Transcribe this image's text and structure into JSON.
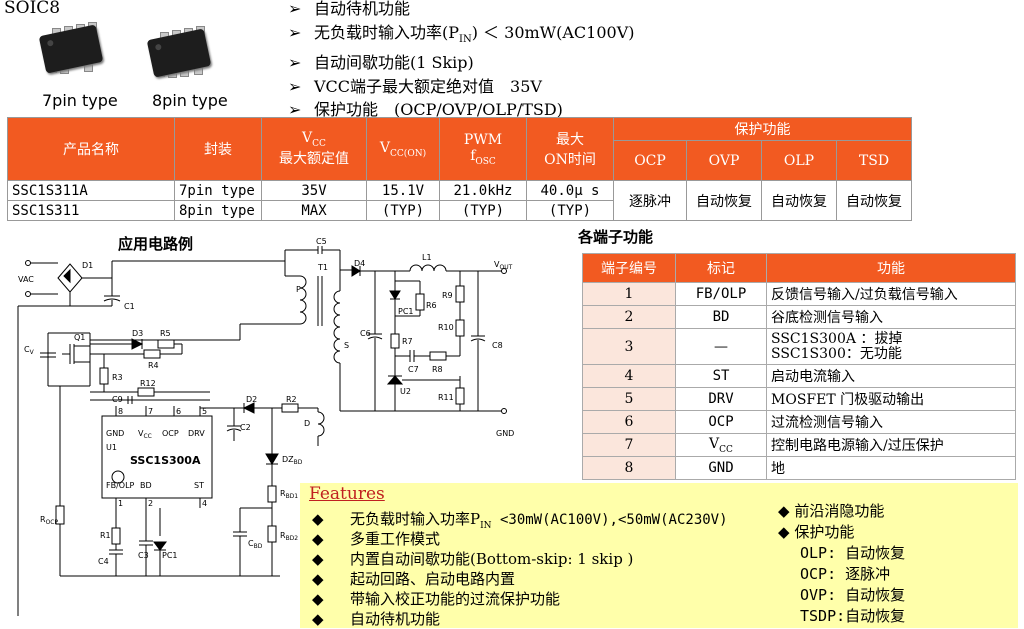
{
  "package": {
    "label": "SOIC8",
    "type7": "7pin type",
    "type8": "8pin type"
  },
  "top_features": [
    "自动待机功能",
    "无负载时输入功率(P",
    "IN",
    ") ＜ 30mW(AC100V)",
    "自动间歇功能(1 Skip)",
    "VCC端子最大额定绝对值　35V",
    "保护功能　(OCP/OVP/OLP/TSD)"
  ],
  "arrow": "➢",
  "spec_table": {
    "headers": {
      "name": "产品名称",
      "package": "封装",
      "vcc_v": "V",
      "vcc_sub": "CC",
      "vcc_rest": "最大额定值",
      "vccon_v": "V",
      "vccon_sub": "CC(ON)",
      "pwm": "PWM",
      "fosc_f": "f",
      "fosc_sub": "OSC",
      "maxon1": "最大",
      "maxon2": "ON时间",
      "protect": "保护功能",
      "ocp": "OCP",
      "ovp": "OVP",
      "olp": "OLP",
      "tsd": "TSD"
    },
    "rows": {
      "name1": "SSC1S311A",
      "name2": "SSC1S311",
      "pkg1": "7pin type",
      "pkg2": "8pin type",
      "vcc1": "35V",
      "vcc2": "MAX",
      "vccon1": "15.1V",
      "vccon2": "(TYP)",
      "fosc1": "21.0kHz",
      "fosc2": "(TYP)",
      "ton1": "40.0μ s",
      "ton2": "(TYP)",
      "ocp": "逐脉冲",
      "ovp": "自动恢复",
      "olp": "自动恢复",
      "tsd": "自动恢复"
    }
  },
  "circuit": {
    "title": "应用电路例",
    "ic_name": "SSC1S300A",
    "labels": {
      "vac": "VAC",
      "d1": "D1",
      "c1": "C1",
      "c5": "C5",
      "t1": "T1",
      "d4": "D4",
      "l1": "L1",
      "vout": "V",
      "vout_sub": "OUT",
      "p": "P",
      "s": "S",
      "d": "D",
      "r9": "R9",
      "r6": "R6",
      "pc1a": "PC1",
      "r10": "R10",
      "c6": "C6",
      "c8": "C8",
      "r7": "R7",
      "c7": "C7",
      "r8": "R8",
      "u2": "U2",
      "r11": "R11",
      "gnd": "GND",
      "cv": "C",
      "cv_sub": "V",
      "q1": "Q1",
      "d3": "D3",
      "r5": "R5",
      "r4": "R4",
      "r3": "R3",
      "r12": "R12",
      "c9": "C9",
      "d2": "D2",
      "r2": "R2",
      "c2": "C2",
      "dzbd": "DZ",
      "dzbd_sub": "BD",
      "u1": "U1",
      "rbd1": "R",
      "rbd1_sub": "BD1",
      "rbd2": "R",
      "rbd2_sub": "BD2",
      "cbd": "C",
      "cbd_sub": "BD",
      "rocp": "R",
      "rocp_sub": "OCP",
      "r1": "R1",
      "c4": "C4",
      "c3": "C3",
      "pc1b": "PC1",
      "ic_gnd": "GND",
      "ic_vcc": "V",
      "ic_vcc_sub": "CC",
      "ic_ocp": "OCP",
      "ic_drv": "DRV",
      "ic_fbolp": "FB/OLP",
      "ic_bd": "BD",
      "ic_st": "ST",
      "p8": "8",
      "p7": "7",
      "p6": "6",
      "p5": "5",
      "p1": "1",
      "p2": "2",
      "p4": "4"
    }
  },
  "pin_table": {
    "title": "各端子功能",
    "headers": {
      "num": "端子编号",
      "sym": "标记",
      "func": "功能"
    },
    "rows": [
      {
        "num": "1",
        "sym": "FB/OLP",
        "func": "反馈信号输入/过负载信号输入"
      },
      {
        "num": "2",
        "sym": "BD",
        "func": "谷底检测信号输入"
      },
      {
        "num": "3",
        "sym": "—",
        "func": "SSC1S300A ：拔掉",
        "func2": "SSC1S300：无功能"
      },
      {
        "num": "4",
        "sym": "ST",
        "func": "启动电流输入"
      },
      {
        "num": "5",
        "sym": "DRV",
        "func": "MOSFET 门极驱动输出"
      },
      {
        "num": "6",
        "sym": "OCP",
        "func": "过流检测信号输入"
      },
      {
        "num": "7",
        "sym": "V",
        "sym_sub": "CC",
        "func": "控制电路电源输入/过压保护"
      },
      {
        "num": "8",
        "sym": "GND",
        "func": "地"
      }
    ]
  },
  "features_box": {
    "title": "Features",
    "bullet": "◆",
    "left": [
      "无负载时输入功率P",
      "IN",
      " <30mW(AC100V),<50mW(AC230V)",
      "多重工作模式",
      "内置自动间歇功能(Bottom-skip: 1 skip )",
      "起动回路、启动电路内置",
      "带输入校正功能的过流保护功能",
      "自动待机功能"
    ],
    "right": [
      "前沿消隐功能",
      "保护功能",
      "OLP: 自动恢复",
      "OCP: 逐脉冲",
      "OVP: 自动恢复",
      "TSDP:自动恢复"
    ]
  },
  "colors": {
    "header_orange": "#f25a21",
    "feature_bg": "#ffffaa",
    "feature_title": "#c02020"
  }
}
